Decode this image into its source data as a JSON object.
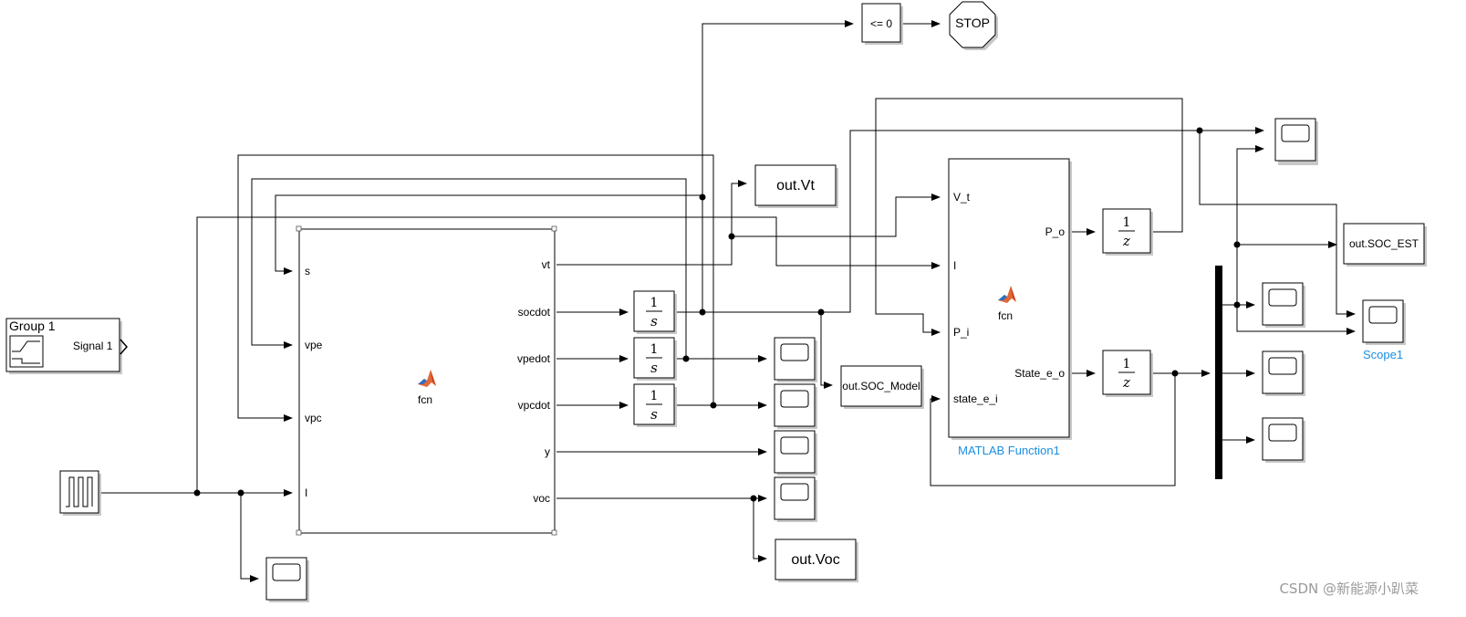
{
  "blocks": {
    "fcn_main": {
      "name": "fcn",
      "inputs": [
        "s",
        "vpe",
        "vpc",
        "I"
      ],
      "outputs": [
        "vt",
        "socdot",
        "vpedot",
        "vpcdot",
        "y",
        "voc"
      ]
    },
    "fcn_ekf": {
      "name": "fcn",
      "label": "MATLAB Function1",
      "inputs": [
        "V_t",
        "I",
        "P_i",
        "state_e_i"
      ],
      "outputs": [
        "P_o",
        "State_e_o"
      ]
    },
    "integrator": {
      "numerator": "1",
      "denominator": "s"
    },
    "unit_delay": {
      "numerator": "1",
      "denominator": "z"
    },
    "compare": "<= 0",
    "stop": "STOP",
    "signal_builder": {
      "group": "Group 1",
      "signal": "Signal 1"
    },
    "out_vt": "out.Vt",
    "out_voc": "out.Voc",
    "out_soc_model": "out.SOC_Model",
    "out_soc_est": "out.SOC_EST",
    "scope1_label": "Scope1"
  },
  "watermark": "CSDN @新能源小趴菜",
  "colors": {
    "link_blue": "#1a8fe0",
    "matlab_orange": "#e16737",
    "matlab_blue": "#2f6fc0"
  }
}
